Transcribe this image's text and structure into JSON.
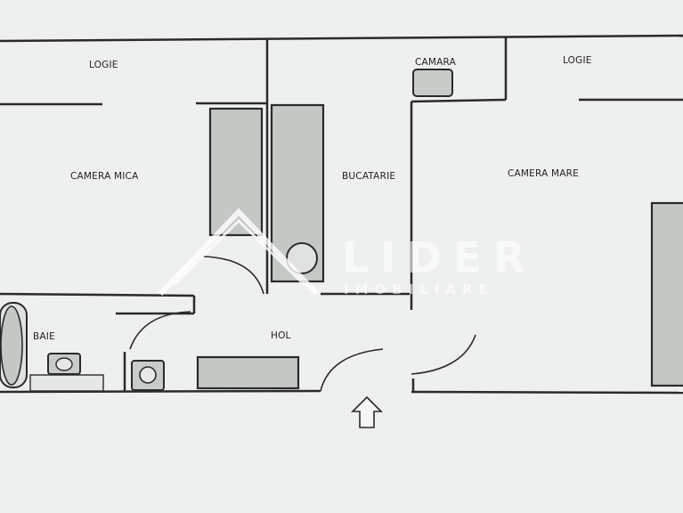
{
  "rooms": {
    "logie_left": "LOGIE",
    "camera_mica": "CAMERA MICA",
    "camara": "CAMARA",
    "bucatarie": "BUCATARIE",
    "logie_right": "LOGIE",
    "camera_mare": "CAMERA MARE",
    "baie": "BAIE",
    "hol": "HOL"
  },
  "watermark": {
    "brand": "LIDER",
    "tagline": "IMOBILIARE"
  },
  "colors": {
    "background": "#eef0ef",
    "wall": "#2a2a2a",
    "furniture": "#c4c8c5"
  },
  "icons": {
    "entrance": "arrow-up-icon",
    "logo": "house-roof-logo"
  }
}
